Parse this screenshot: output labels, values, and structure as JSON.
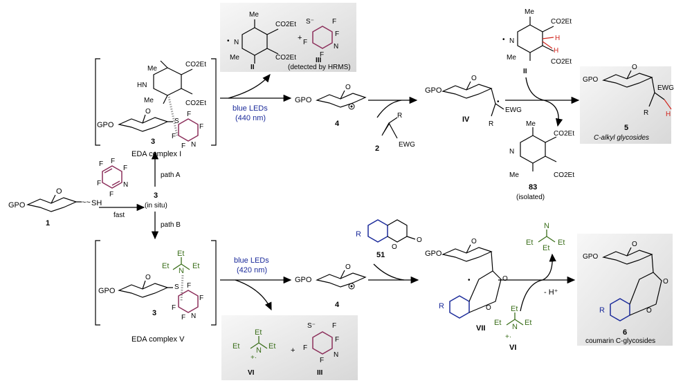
{
  "labels": {
    "gpo": "GPO",
    "sh": "SH",
    "s": "S",
    "hn": "HN",
    "n": "N",
    "me": "Me",
    "et": "Et",
    "co2et": "CO2Et",
    "f": "F",
    "h": "H",
    "r": "R",
    "o": "O",
    "ewg": "EWG",
    "s_minus": "S⁻",
    "plus": "+",
    "dot": "•",
    "cation_rad": "+·",
    "wavy": "~~"
  },
  "compounds": {
    "c1": "1",
    "c2": "2",
    "c3": "3",
    "c3_insitu": "(in situ)",
    "c4": "4",
    "c5": "5",
    "c6": "6",
    "c51": "51",
    "c83": "83",
    "isolated": "(isolated)",
    "II": "II",
    "III": "III",
    "IV": "IV",
    "VI": "VI",
    "VII": "VII",
    "detected": "(detected by HRMS)",
    "eda1": "EDA complex I",
    "eda5": "EDA complex V",
    "alkyl": "C-alkyl glycosides",
    "coumarin": "coumarin C-glycosides"
  },
  "conditions": {
    "fast": "fast",
    "pathA": "path A",
    "pathB": "path B",
    "leds": "blue LEDs",
    "nm440": "(440 nm)",
    "nm420": "(420 nm)",
    "minusH": "- H⁺"
  },
  "colors": {
    "purple": "#8b2e5a",
    "green": "#3a6e1a",
    "blue": "#1a2a9a",
    "red": "#d0241c",
    "box": "#e8e8e8"
  }
}
